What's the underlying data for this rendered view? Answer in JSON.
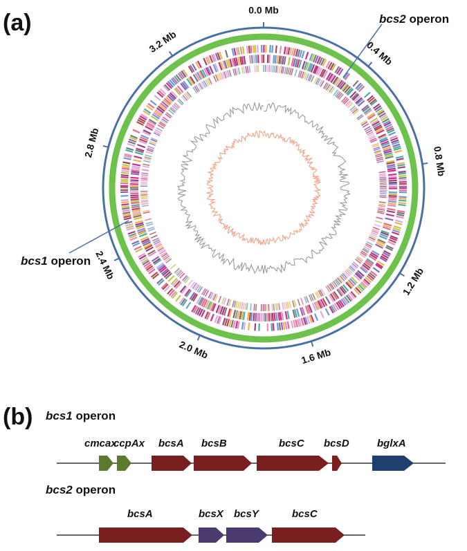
{
  "panel_a": {
    "label": "(a)",
    "ticks": [
      {
        "text": "0.0 Mb",
        "mb": 0.0
      },
      {
        "text": "0.4 Mb",
        "mb": 0.4
      },
      {
        "text": "0.8 Mb",
        "mb": 0.8
      },
      {
        "text": "1.2 Mb",
        "mb": 1.2
      },
      {
        "text": "1.6 Mb",
        "mb": 1.6
      },
      {
        "text": "2.0 Mb",
        "mb": 2.0
      },
      {
        "text": "2.4 Mb",
        "mb": 2.4
      },
      {
        "text": "2.8 Mb",
        "mb": 2.8
      },
      {
        "text": "3.2 Mb",
        "mb": 3.2
      }
    ],
    "callouts": [
      {
        "italic": "bcs2",
        "rest": " operon"
      },
      {
        "italic": "bcs1",
        "rest": " operon"
      }
    ],
    "colors": {
      "outer_ring": "#4a6fa5",
      "backbone_ring": "#6cc24a",
      "gc_content": "#9a9a9a",
      "gc_skew_pos": "#8bd48b",
      "gc_skew_neg": "#f08a6a"
    }
  },
  "panel_b": {
    "label": "(b)",
    "operons": [
      {
        "title_italic": "bcs1",
        "title_rest": " operon",
        "genes": [
          {
            "name": "cmcax",
            "color": "#5b7a2e"
          },
          {
            "name": "ccpAx",
            "color": "#5b7a2e"
          },
          {
            "name": "bcsA",
            "color": "#7a1f1f"
          },
          {
            "name": "bcsB",
            "color": "#7a1f1f"
          },
          {
            "name": "bcsC",
            "color": "#7a1f1f"
          },
          {
            "name": "bcsD",
            "color": "#7a1f1f"
          },
          {
            "name": "bglxA",
            "color": "#1f3f6e"
          }
        ]
      },
      {
        "title_italic": "bcs2",
        "title_rest": " operon",
        "genes": [
          {
            "name": "bcsA",
            "color": "#7a1f1f"
          },
          {
            "name": "bcsX",
            "color": "#4a3a6e"
          },
          {
            "name": "bcsY",
            "color": "#4a3a6e"
          },
          {
            "name": "bcsC",
            "color": "#7a1f1f"
          }
        ]
      }
    ]
  }
}
